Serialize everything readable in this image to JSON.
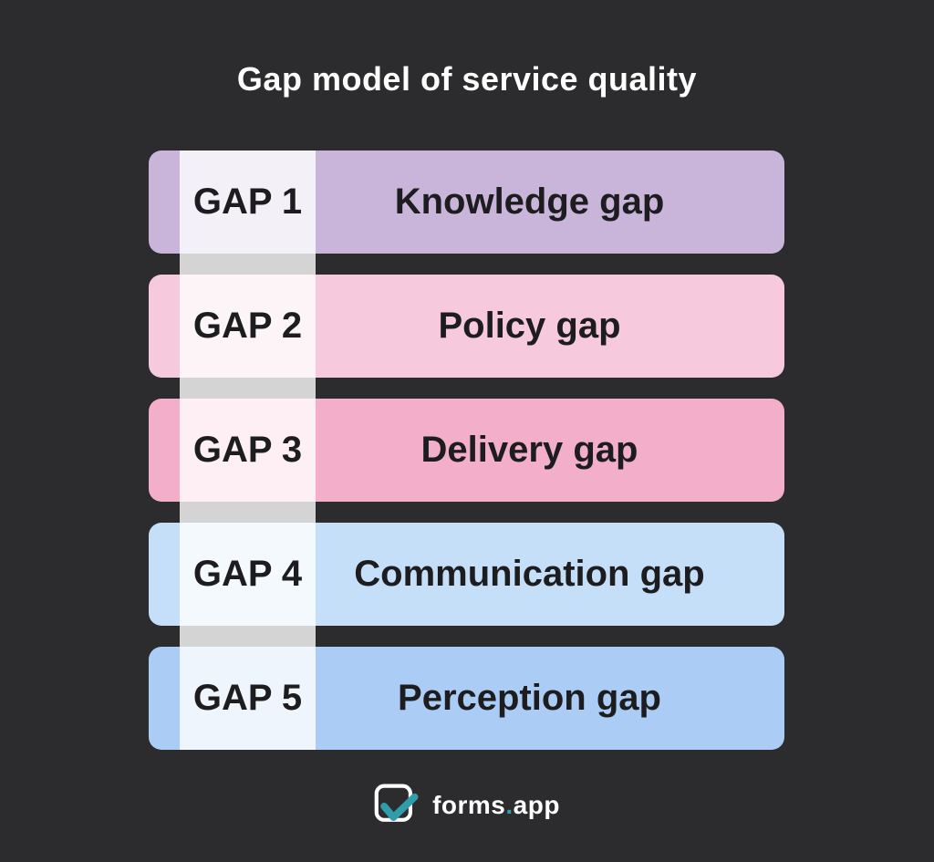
{
  "title": "Gap model of service quality",
  "rows": [
    {
      "gap": "GAP 1",
      "label": "Knowledge gap",
      "color": "#c9b5da"
    },
    {
      "gap": "GAP 2",
      "label": "Policy gap",
      "color": "#f6c9dd"
    },
    {
      "gap": "GAP 3",
      "label": "Delivery gap",
      "color": "#f3aec9"
    },
    {
      "gap": "GAP 4",
      "label": "Communication gap",
      "color": "#c6dff8"
    },
    {
      "gap": "GAP 5",
      "label": "Perception gap",
      "color": "#abcdf5"
    }
  ],
  "footer": {
    "brand_name": "forms",
    "brand_dot": ".",
    "brand_suffix": "app",
    "logo_icon": "checkmark-in-rounded-square"
  },
  "colors": {
    "background": "#2c2b2d",
    "strip_overlay": "rgba(255,255,255,0.8)",
    "row_text": "#1d1c1e",
    "accent_teal": "#2f9daa",
    "title_text": "#ffffff"
  }
}
